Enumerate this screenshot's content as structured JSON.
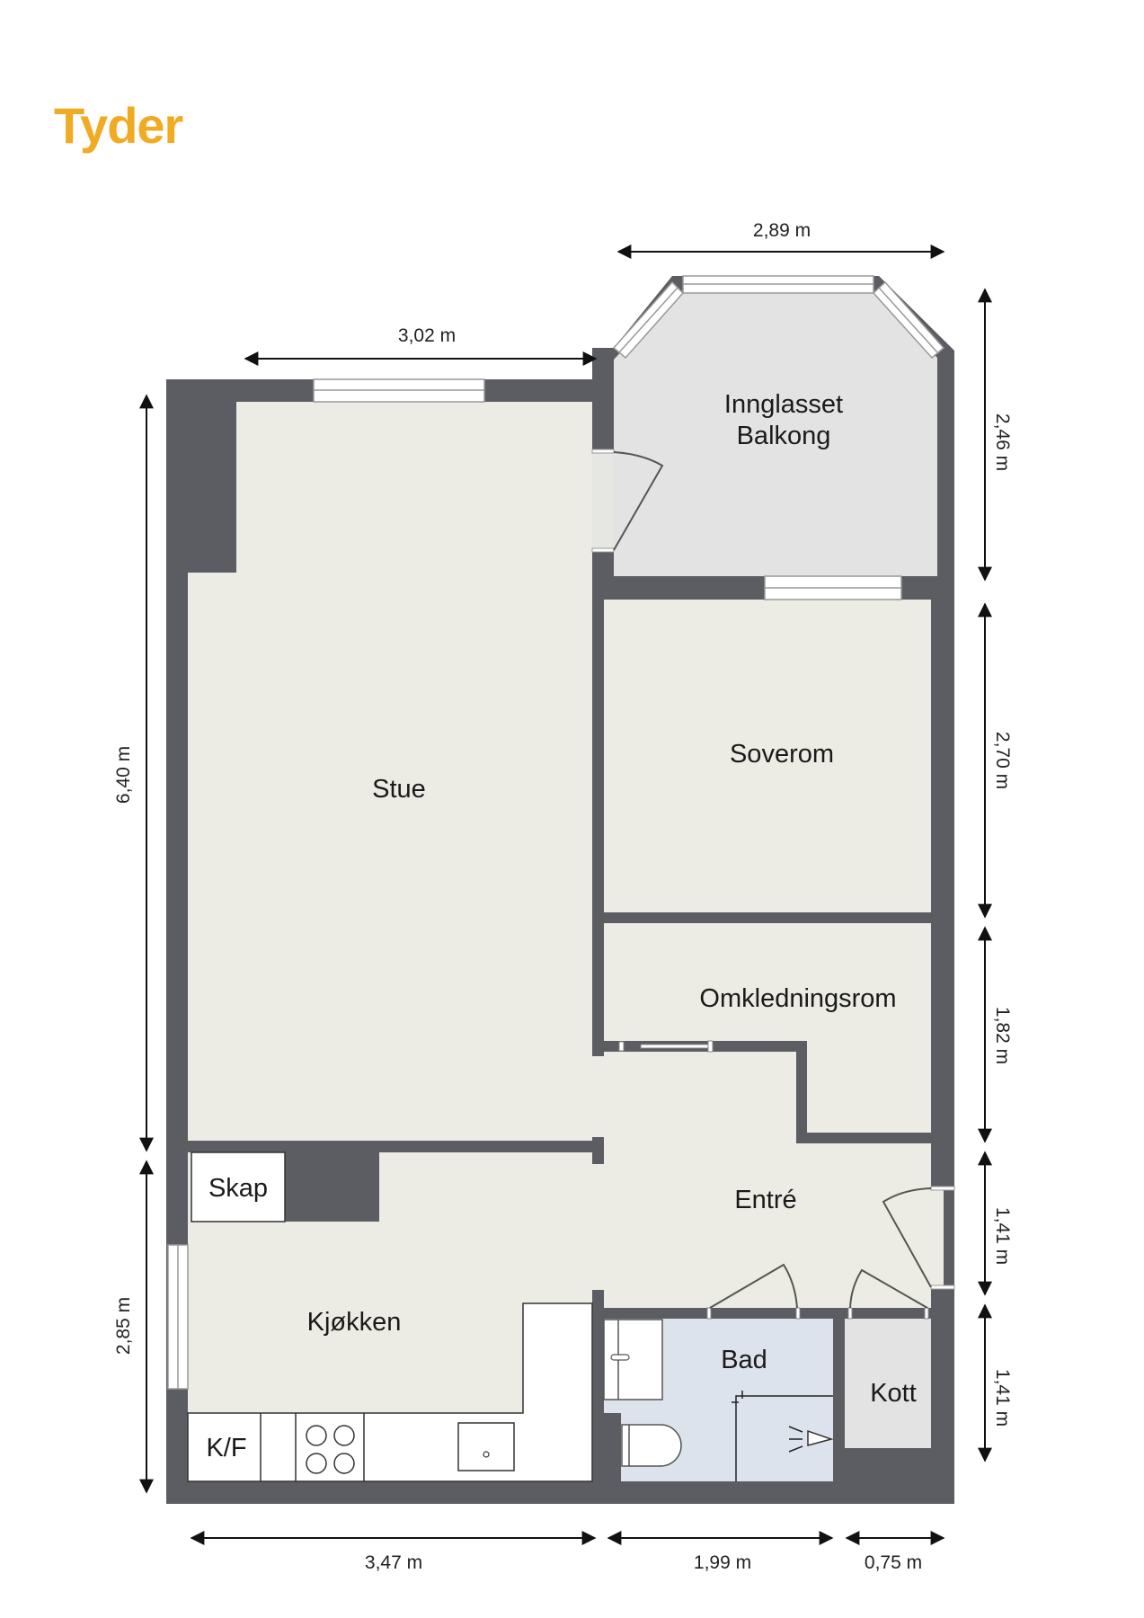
{
  "brand": {
    "name": "Tyder",
    "color": "#F0AB22"
  },
  "colors": {
    "wall": "#5B5D62",
    "floor": "#ECECE4",
    "balcony_floor": "#E3E3E3",
    "bath_floor": "#DCE3EC",
    "kott_floor": "#E3E3E3",
    "window": "#FFFFFF"
  },
  "rooms": {
    "balcony": {
      "line1": "Innglasset",
      "line2": "Balkong"
    },
    "living": {
      "label": "Stue"
    },
    "bedroom": {
      "label": "Soverom"
    },
    "dressing": {
      "label": "Omkledningsrom"
    },
    "entrance": {
      "label": "Entré"
    },
    "kitchen": {
      "label": "Kjøkken"
    },
    "closet": {
      "label": "Skap"
    },
    "bathroom": {
      "label": "Bad"
    },
    "storage": {
      "label": "Kott"
    },
    "fridge": {
      "label": "K/F"
    }
  },
  "dimensions": {
    "top_living": "3,02 m",
    "top_balcony": "2,89 m",
    "left_upper": "6,40 m",
    "left_lower": "2,85 m",
    "right_balcony": "2,46 m",
    "right_bedroom": "2,70 m",
    "right_dressing": "1,82 m",
    "right_entrance": "1,41 m",
    "right_storage": "1,41 m",
    "bottom_kitchen": "3,47 m",
    "bottom_bath": "1,99 m",
    "bottom_storage": "0,75 m"
  }
}
